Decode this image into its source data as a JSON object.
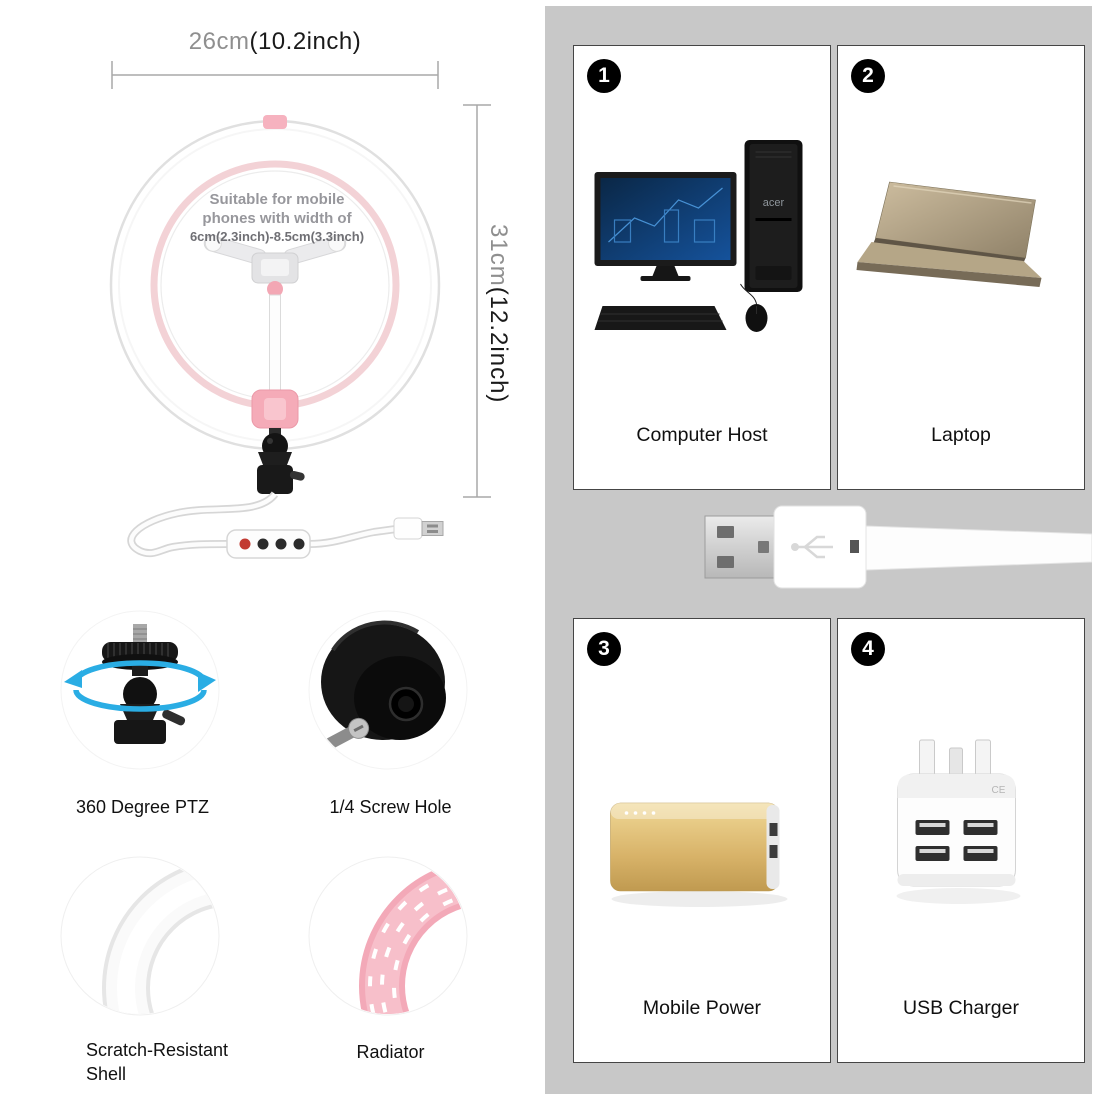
{
  "dimensions": {
    "width": {
      "value": "26cm",
      "inches": "(10.2inch)"
    },
    "height": {
      "value": "31cm",
      "inches": "(12.2inch)"
    }
  },
  "ring_note": {
    "line1": "Suitable for mobile",
    "line2": "phones with width of",
    "line3": "6cm(2.3inch)-8.5cm(3.3inch)"
  },
  "callouts": [
    {
      "label": "360 Degree PTZ"
    },
    {
      "label": "1/4 Screw Hole"
    },
    {
      "label": "Scratch-Resistant Shell"
    },
    {
      "label": "Radiator"
    }
  ],
  "compatibility_cards": [
    {
      "number": "1",
      "label": "Computer Host",
      "brand": "acer"
    },
    {
      "number": "2",
      "label": "Laptop"
    },
    {
      "number": "3",
      "label": "Mobile Power"
    },
    {
      "number": "4",
      "label": "USB Charger",
      "marking": "CE"
    }
  ],
  "colors": {
    "panel_bg": "#c8c8c8",
    "accent_pink": "#f5abb8",
    "accent_blue": "#2aade4",
    "gold": "#d8b369"
  }
}
